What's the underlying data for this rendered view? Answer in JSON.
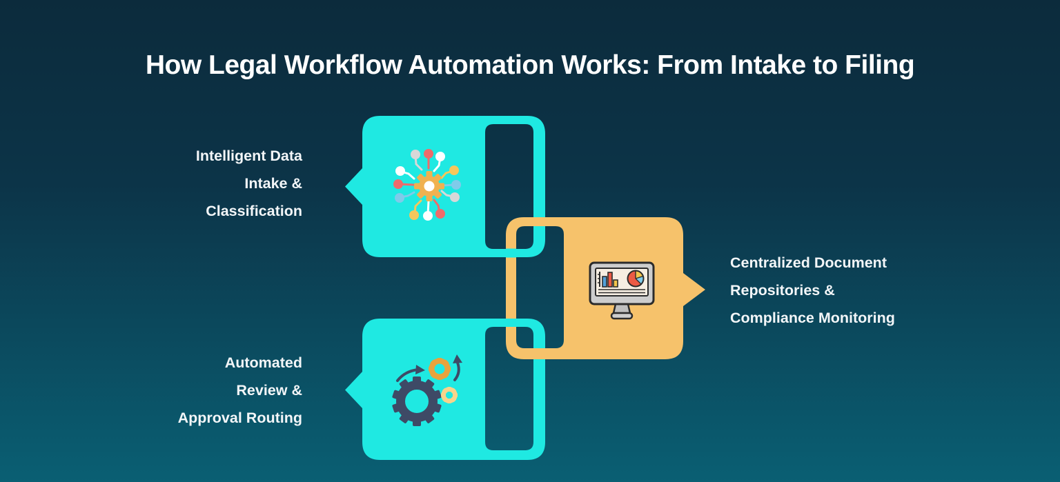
{
  "title": "How Legal Workflow Automation Works: From Intake to Filing",
  "palette": {
    "background_top": "#0c2b3c",
    "background_bottom": "#0a5f73",
    "cyan_bubble": "#1fe9e2",
    "orange_bubble": "#f6c26b",
    "label_text": "#f3f6f8",
    "title_text": "#ffffff",
    "gear_navy": "#3e4a66",
    "gear_orange": "#e8a33c",
    "gear_yellow": "#f8d48c",
    "icon_gear_center": "#f0b150",
    "chart_blue": "#53a0d8",
    "chart_red": "#ec5a44",
    "chart_yellow": "#f2c54c",
    "monitor_frame": "#cdcdcd",
    "monitor_screen": "#f6eee2",
    "monitor_outline": "#2b2b2b"
  },
  "steps": [
    {
      "id": 1,
      "icon": "data-network-icon",
      "bubble": "cyan",
      "tail_direction": "left",
      "label_lines": [
        "Intelligent Data",
        "Intake &",
        "Classification"
      ]
    },
    {
      "id": 2,
      "icon": "dashboard-monitor-icon",
      "bubble": "orange",
      "tail_direction": "right",
      "label_lines": [
        "Centralized Document",
        "Repositories &",
        "Compliance Monitoring"
      ]
    },
    {
      "id": 3,
      "icon": "gears-automation-icon",
      "bubble": "cyan",
      "tail_direction": "left",
      "label_lines": [
        "Automated",
        "Review &",
        "Approval Routing"
      ]
    }
  ]
}
